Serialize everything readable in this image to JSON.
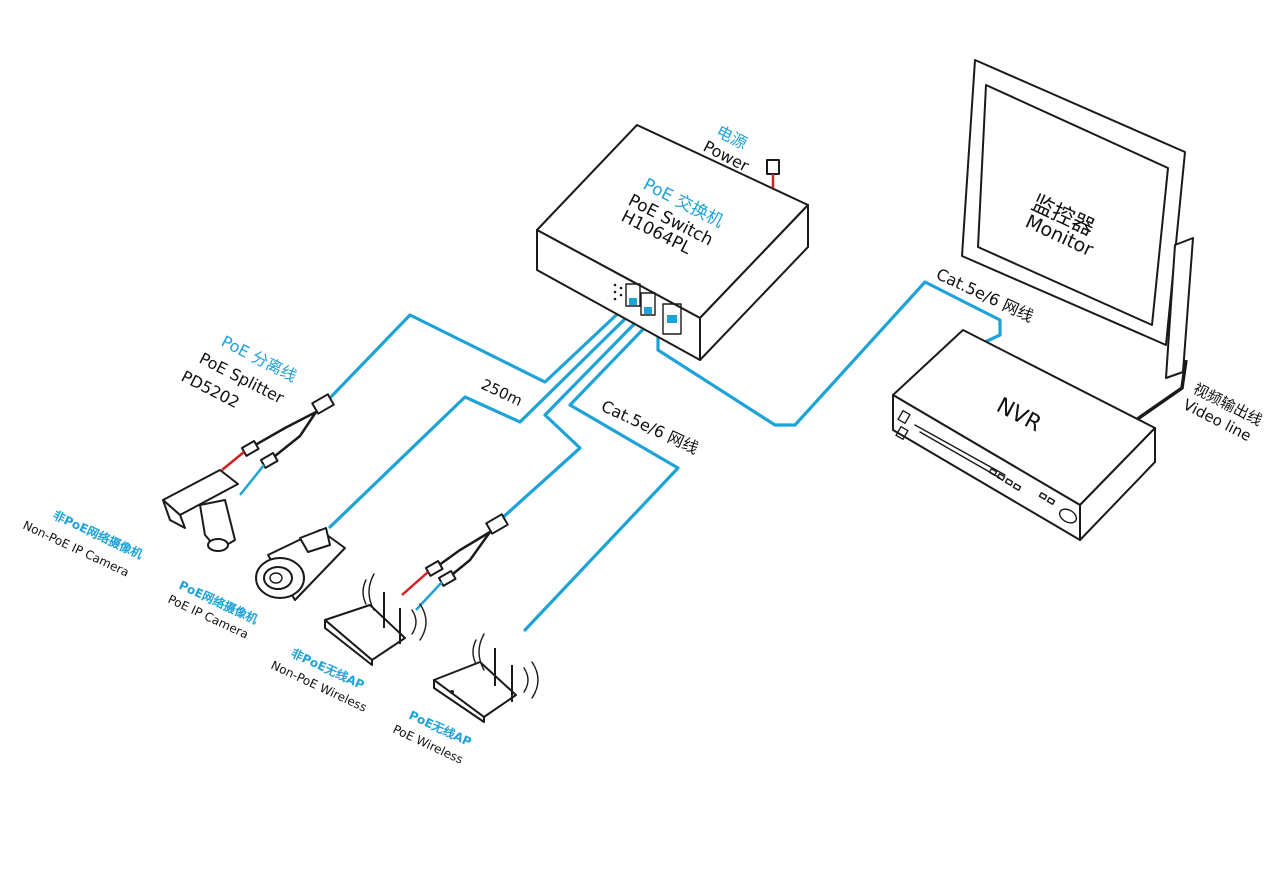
{
  "switch": {
    "cn": "PoE 交换机",
    "en": "PoE Switch",
    "model": "H1064PL"
  },
  "power": {
    "cn": "电源",
    "en": "Power"
  },
  "monitor": {
    "cn": "监控器",
    "en": "Monitor"
  },
  "nvr": {
    "label": "NVR"
  },
  "video_line": {
    "cn": "视频输出线",
    "en": "Video line"
  },
  "cable_top": {
    "text": "Cat.5e/6 网线"
  },
  "cable_mid": {
    "text": "Cat.5e/6 网线"
  },
  "distance": {
    "text": "250m"
  },
  "splitter": {
    "cn": "PoE 分离线",
    "en": "PoE Splitter",
    "model": "PD5202"
  },
  "cam_nonpoe": {
    "cn": "非PoE网络摄像机",
    "en": "Non-PoE IP Camera"
  },
  "cam_poe": {
    "cn": "PoE网络摄像机",
    "en": "PoE IP Camera"
  },
  "ap_nonpoe": {
    "cn": "非PoE无线AP",
    "en": "Non-PoE Wireless"
  },
  "ap_poe": {
    "cn": "PoE无线AP",
    "en": "PoE Wireless"
  },
  "colors": {
    "cable": "#1ea3d8",
    "outline": "#1a1a1a",
    "power_wire": "#d42020",
    "text_blue": "#1ea3d8"
  }
}
